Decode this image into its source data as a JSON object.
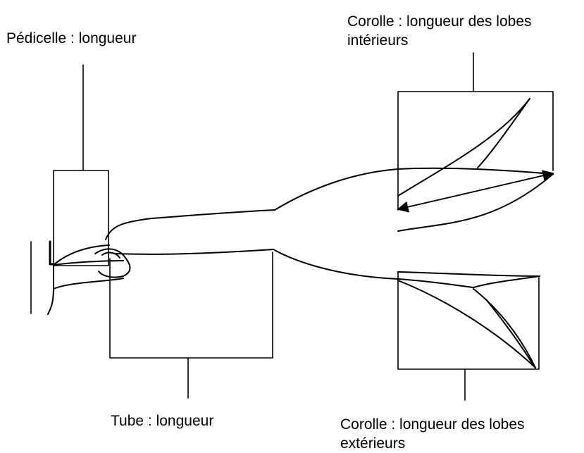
{
  "labels": {
    "pedicel": "Pédicelle : longueur",
    "tube": "Tube : longueur",
    "inner_lobes_line1": "Corolle : longueur des lobes",
    "inner_lobes_line2": "intérieurs",
    "outer_lobes_line1": "Corolle : longueur des lobes",
    "outer_lobes_line2": "extérieurs"
  },
  "colors": {
    "ink": "#000000",
    "background": "#ffffff"
  }
}
